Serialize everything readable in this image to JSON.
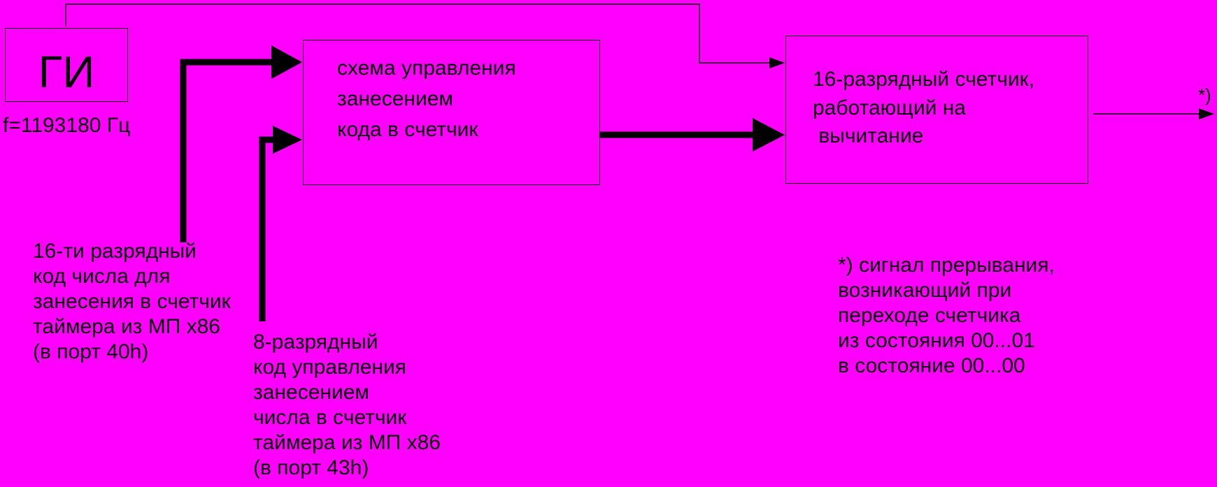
{
  "colors": {
    "background": "#ff00ff",
    "ink": "#000000"
  },
  "generator": {
    "label": "ГИ",
    "frequency": "f=1193180 Гц"
  },
  "control_block": {
    "lines": [
      "схема управления",
      "занесением",
      "кода в счетчик"
    ]
  },
  "counter_block": {
    "lines": [
      "16-разрядный счетчик,",
      "работающий на",
      " вычитание"
    ]
  },
  "output": {
    "marker": "*)"
  },
  "input_data": {
    "lines": [
      "16-ти разрядный",
      "код числа для",
      "занесения в счетчик",
      "таймера из МП x86",
      "(в порт 40h)"
    ]
  },
  "input_control": {
    "lines": [
      "8-разрядный",
      "код управления",
      "занесением",
      "числа в счетчик",
      "таймера из МП x86",
      "(в порт 43h)"
    ]
  },
  "footnote": {
    "lines": [
      "*) сигнал прерывания,",
      "возникающий при",
      "переходе счетчика",
      "из состояния 00...01",
      "в состояние 00...00"
    ]
  }
}
